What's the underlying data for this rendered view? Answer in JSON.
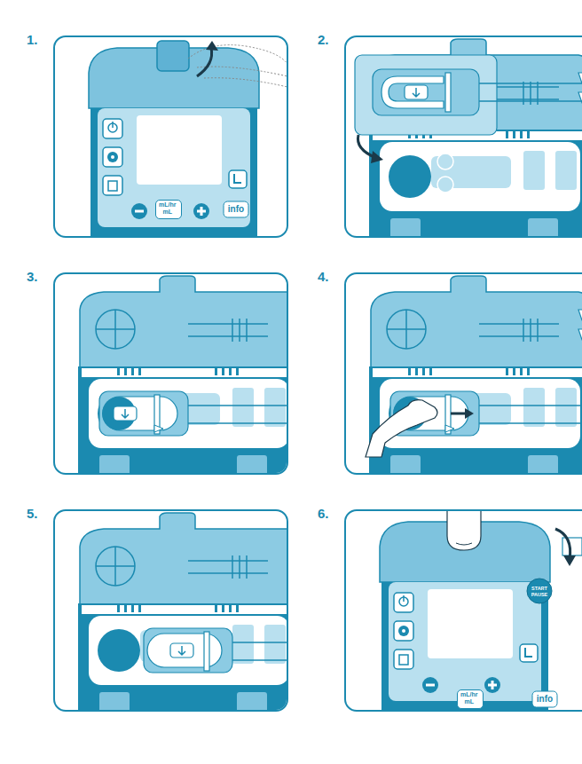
{
  "diagram": {
    "nodes": [
      {
        "text": [
          "1."
        ]
      },
      {
        "text": [
          "mL/hr mL"
        ],
        "in": 0
      },
      {
        "text": [
          "info"
        ],
        "in": 0
      },
      {
        "text": [
          "2."
        ]
      },
      {
        "text": [
          "3."
        ]
      },
      {
        "text": [
          "4."
        ]
      },
      {
        "text": [
          "5."
        ]
      },
      {
        "text": [
          "6."
        ]
      },
      {
        "text": [
          "START PAUSE"
        ],
        "in": 7
      },
      {
        "text": [
          "mL/hr mL"
        ],
        "in": 7
      },
      {
        "text": [
          "info"
        ],
        "in": 7
      }
    ]
  }
}
